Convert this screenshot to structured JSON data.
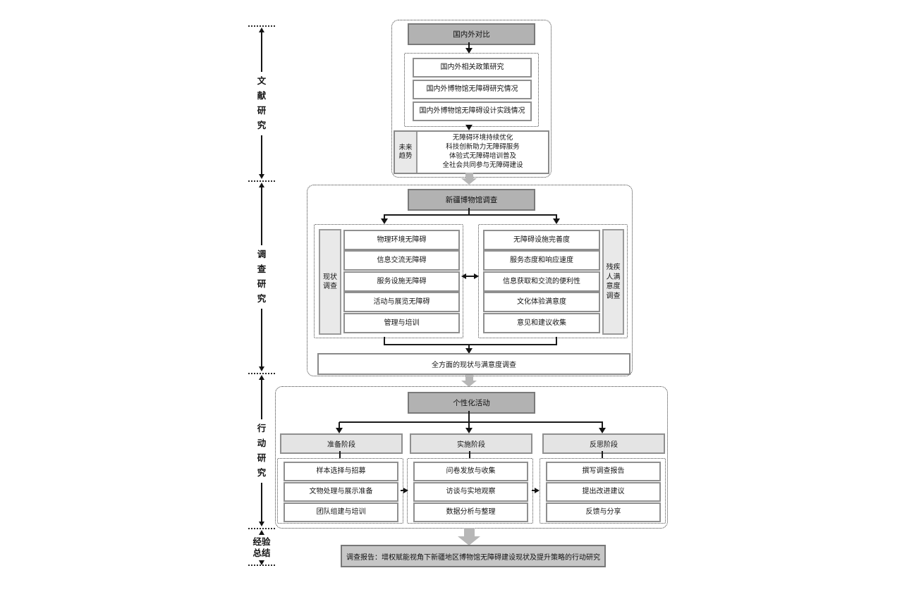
{
  "diagram": {
    "rail": {
      "stages": [
        {
          "label": "文献研究"
        },
        {
          "label": "调查研究"
        },
        {
          "label": "行动研究"
        },
        {
          "label": "经验总结"
        }
      ]
    },
    "literature": {
      "title": "国内外对比",
      "items": [
        "国内外相关政策研究",
        "国内外博物馆无障碍研究情况",
        "国内外博物馆无障碍设计实践情况"
      ],
      "future": {
        "label": "未来趋势",
        "lines": [
          "无障碍环境持续优化",
          "科技创新助力无障碍服务",
          "体验式无障碍培训普及",
          "全社会共同参与无障碍建设"
        ]
      }
    },
    "survey": {
      "title": "新疆博物馆调查",
      "status": {
        "label": "现状调查",
        "items": [
          "物理环境无障碍",
          "信息交流无障碍",
          "服务设施无障碍",
          "活动与展览无障碍",
          "管理与培训"
        ]
      },
      "satisfaction": {
        "label": "残疾人满意度调查",
        "items": [
          "无障碍设施完善度",
          "服务态度和响应速度",
          "信息获取和交流的便利性",
          "文化体验满意度",
          "意见和建议收集"
        ]
      },
      "summary": "全方面的现状与满意度调查"
    },
    "action": {
      "title": "个性化活动",
      "columns": [
        {
          "header": "准备阶段",
          "items": [
            "样本选择与招募",
            "文物处理与展示准备",
            "团队组建与培训"
          ]
        },
        {
          "header": "实施阶段",
          "items": [
            "问卷发放与收集",
            "访谈与实地观察",
            "数据分析与整理"
          ]
        },
        {
          "header": "反思阶段",
          "items": [
            "撰写调查报告",
            "提出改进建议",
            "反馈与分享"
          ]
        }
      ]
    },
    "report": "调查报告：增权赋能视角下新疆地区博物馆无障碍建设现状及提升策略的行动研究",
    "colors": {
      "title_fill": "#b2b2b2",
      "phase_header_fill": "#e4e4e4",
      "label_cell_fill": "#e9e9e9",
      "report_fill": "#c6c6c6",
      "fat_arrow": "#b7b7b7",
      "connector": "#1a1a1a"
    }
  }
}
